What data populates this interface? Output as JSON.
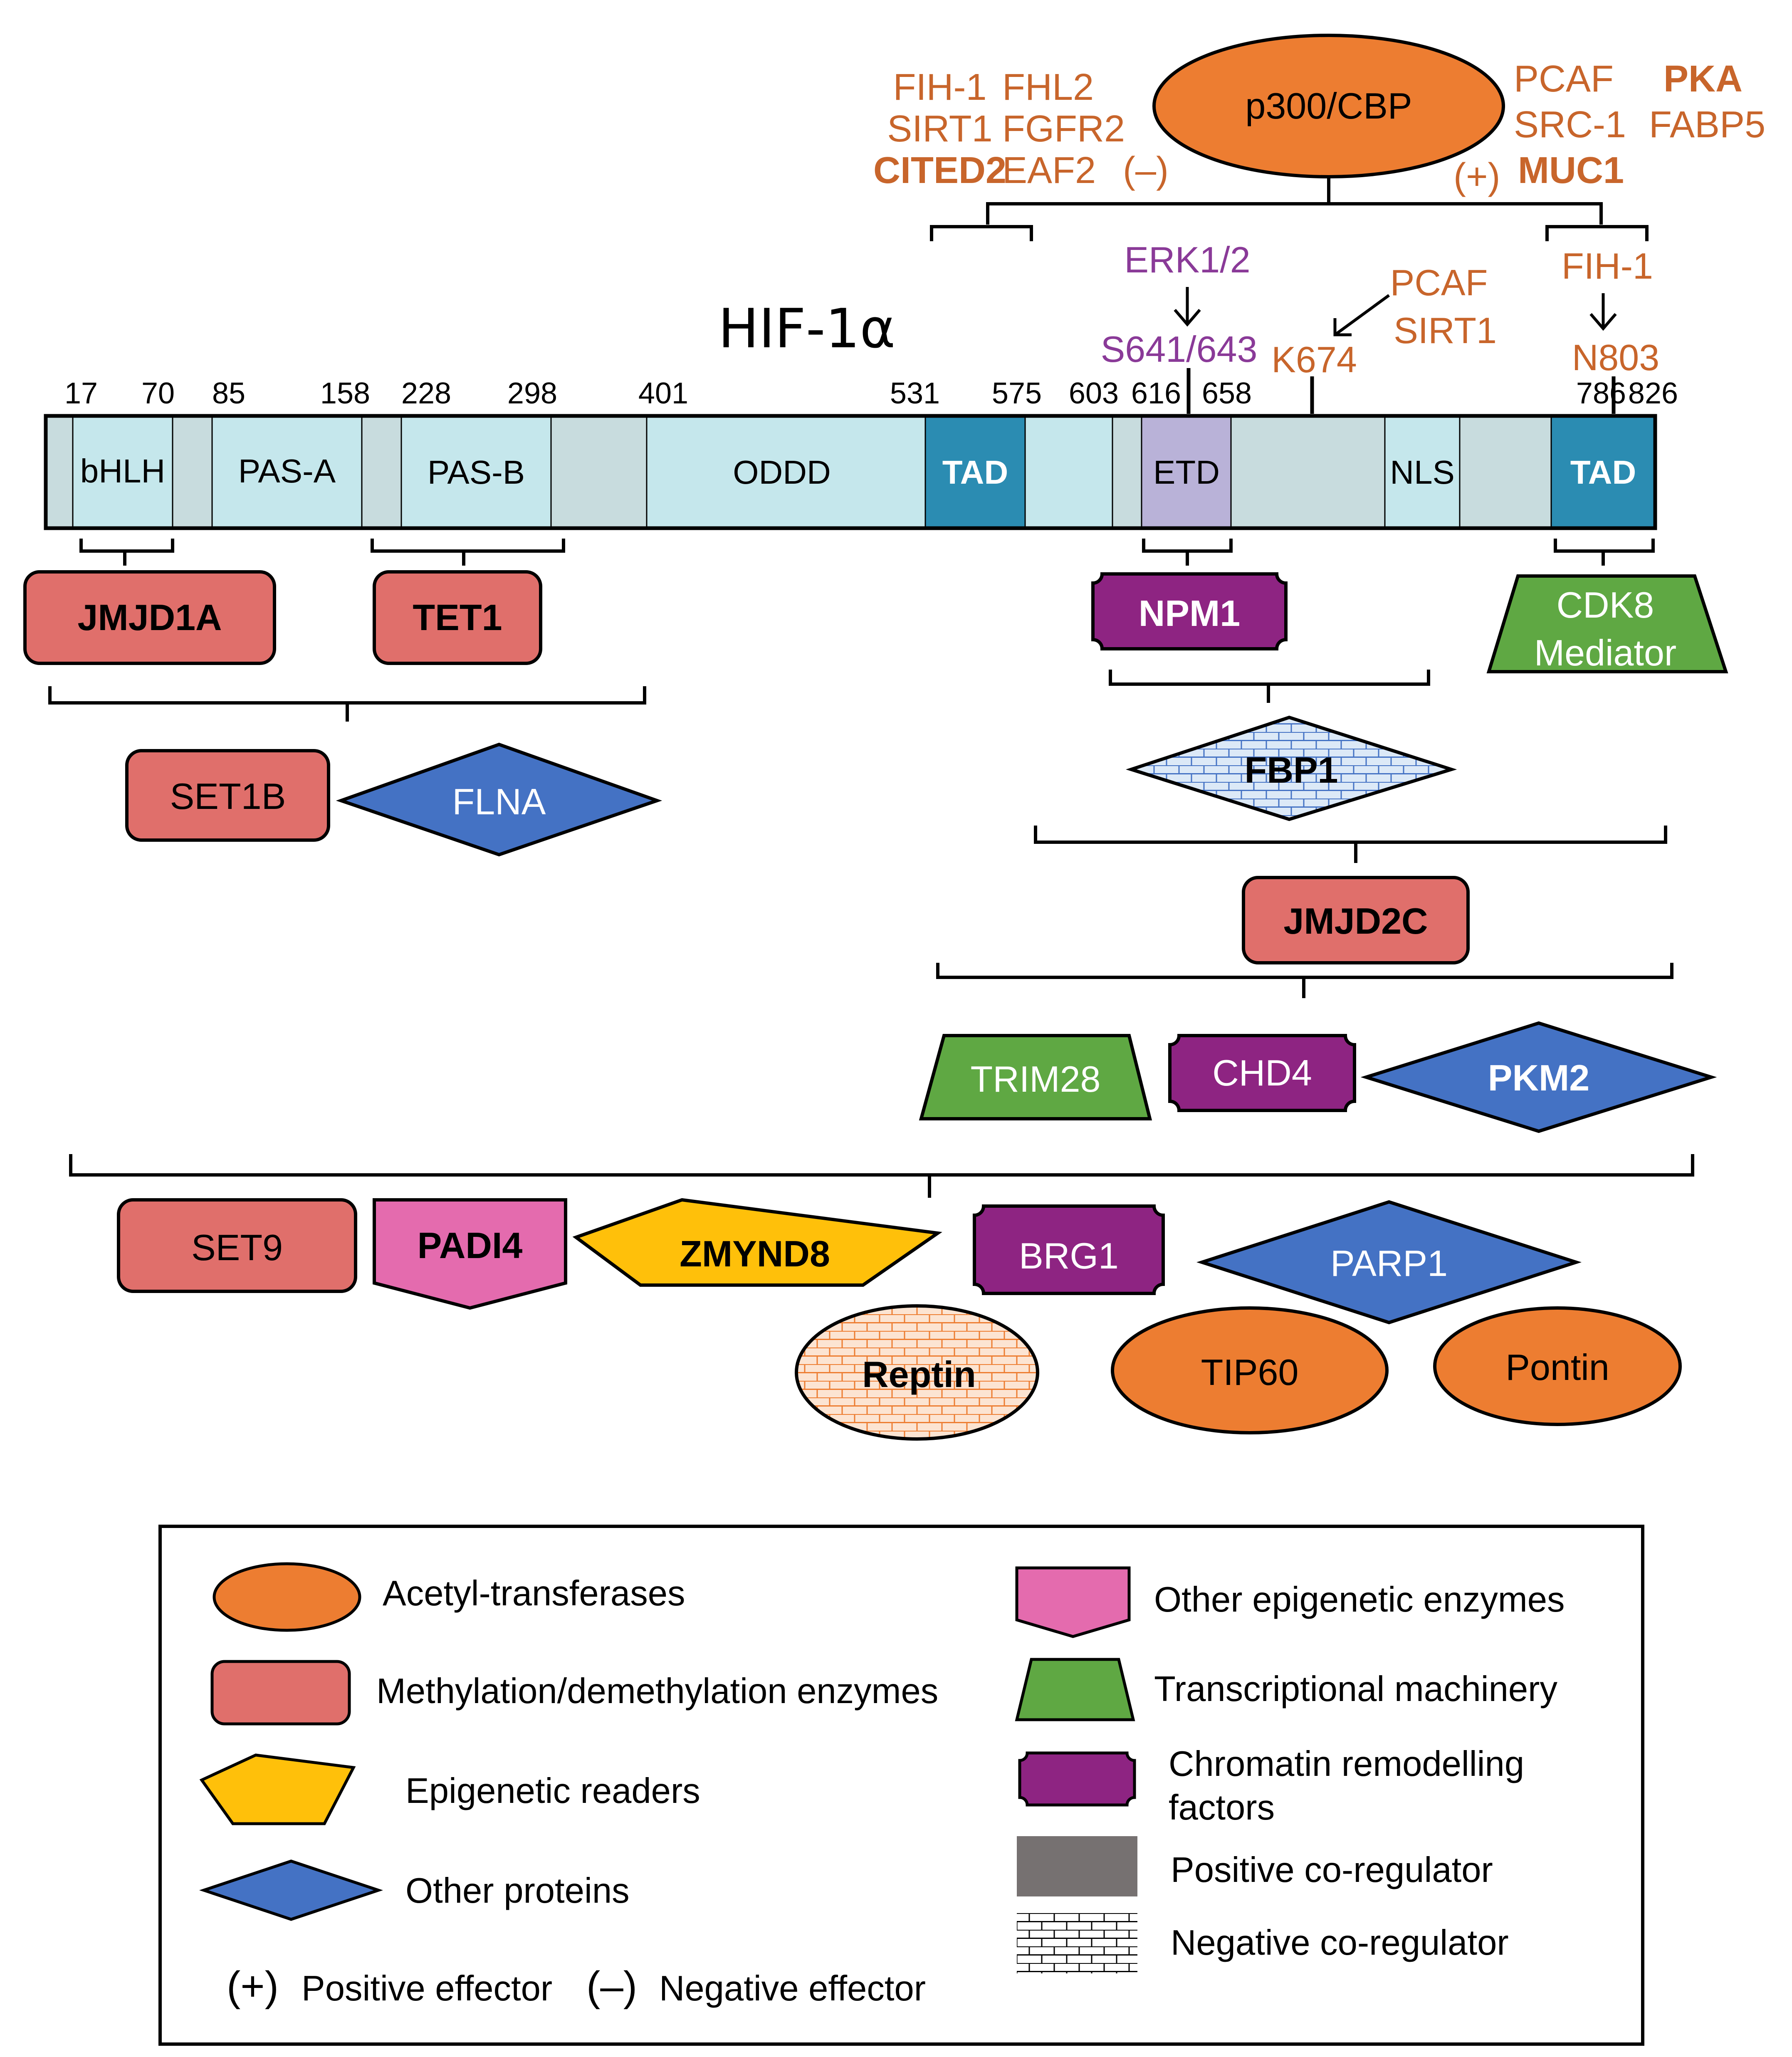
{
  "title": "HIF-1α",
  "colors": {
    "acetyl": "#ED7D31",
    "methyl": "#E06F6B",
    "reader": "#FFC00A",
    "other": "#4472C4",
    "epigenetic": "#E46BAE",
    "transcription": "#5FA843",
    "chromatin": "#8E2482",
    "effector_text": "#C8652B",
    "phospho_text": "#8A3A98",
    "domain_light": "#C5E7EC",
    "domain_gray": "#C8DCDE",
    "tad": "#2B8CB2",
    "etd": "#B9B2D8"
  },
  "effectors": {
    "left_col1": [
      "FIH-1",
      "SIRT1",
      "CITED2"
    ],
    "left_col2": [
      "FHL2",
      "FGFR2",
      "EAF2"
    ],
    "neg_sign": "(–)",
    "p300": "p300/CBP",
    "right_col1": [
      "PCAF",
      "SRC-1"
    ],
    "pka": "PKA",
    "fabp5": "FABP5",
    "pos_sign": "(+)",
    "muc1": "MUC1"
  },
  "ptm": {
    "erk": "ERK1/2",
    "s641": "S641/643",
    "pcaf": "PCAF",
    "sirt1": "SIRT1",
    "k674": "K674",
    "fih1": "FIH-1",
    "n803": "N803"
  },
  "positions": [
    "17",
    "70",
    "85",
    "158",
    "228",
    "298",
    "401",
    "531",
    "575",
    "603",
    "616",
    "658",
    "786",
    "826"
  ],
  "domains": {
    "bhlh": "bHLH",
    "pasa": "PAS-A",
    "pasb": "PAS-B",
    "oddd": "ODDD",
    "tad_n": "TAD",
    "etd": "ETD",
    "nls": "NLS",
    "tad_c": "TAD"
  },
  "nodes": {
    "jmjd1a": "JMJD1A",
    "tet1": "TET1",
    "npm1": "NPM1",
    "cdk8": [
      "CDK8",
      "Mediator"
    ],
    "set1b": "SET1B",
    "flna": "FLNA",
    "fbp1": "FBP1",
    "jmjd2c": "JMJD2C",
    "trim28": "TRIM28",
    "chd4": "CHD4",
    "pkm2": "PKM2",
    "set9": "SET9",
    "padi4": "PADI4",
    "zmynd8": "ZMYND8",
    "brg1": "BRG1",
    "parp1": "PARP1",
    "reptin": "Reptin",
    "tip60": "TIP60",
    "pontin": "Pontin"
  },
  "legend": {
    "acetyl": "Acetyl-transferases",
    "methyl": "Methylation/demethylation enzymes",
    "readers": "Epigenetic readers",
    "other": "Other proteins",
    "epigenetic": "Other epigenetic enzymes",
    "transcription": "Transcriptional machinery",
    "chromatin": [
      "Chromatin remodelling",
      "factors"
    ],
    "positive": "Positive co-regulator",
    "negative": "Negative co-regulator",
    "pos_sign": "(+)",
    "pos_label": "Positive effector",
    "neg_sign": "(–)",
    "neg_label": "Negative effector"
  }
}
